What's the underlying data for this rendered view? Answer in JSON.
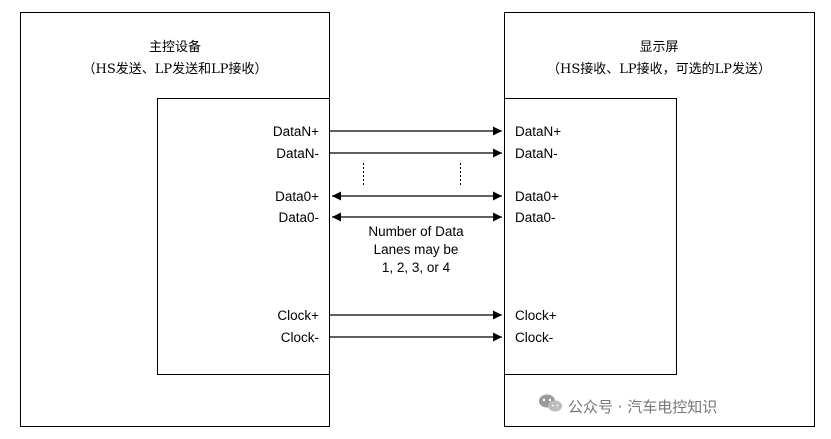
{
  "host": {
    "title": "主控设备",
    "subtitle": "（HS发送、LP发送和LP接收）"
  },
  "display": {
    "title": "显示屏",
    "subtitle": "（HS接收、LP接收，可选的LP发送）"
  },
  "lanes": [
    {
      "left": "DataN+",
      "right": "DataN+",
      "direction": "to-display"
    },
    {
      "left": "DataN-",
      "right": "DataN-",
      "direction": "to-display"
    },
    {
      "left": "Data0+",
      "right": "Data0+",
      "direction": "bidirectional"
    },
    {
      "left": "Data0-",
      "right": "Data0-",
      "direction": "bidirectional"
    },
    {
      "left": "Clock+",
      "right": "Clock+",
      "direction": "to-display"
    },
    {
      "left": "Clock-",
      "right": "Clock-",
      "direction": "to-display"
    }
  ],
  "note": [
    "Number of Data",
    "Lanes may be",
    "1, 2, 3, or 4"
  ],
  "watermark": {
    "text": "公众号 · 汽车电控知识",
    "icon": "wechat-icon"
  }
}
